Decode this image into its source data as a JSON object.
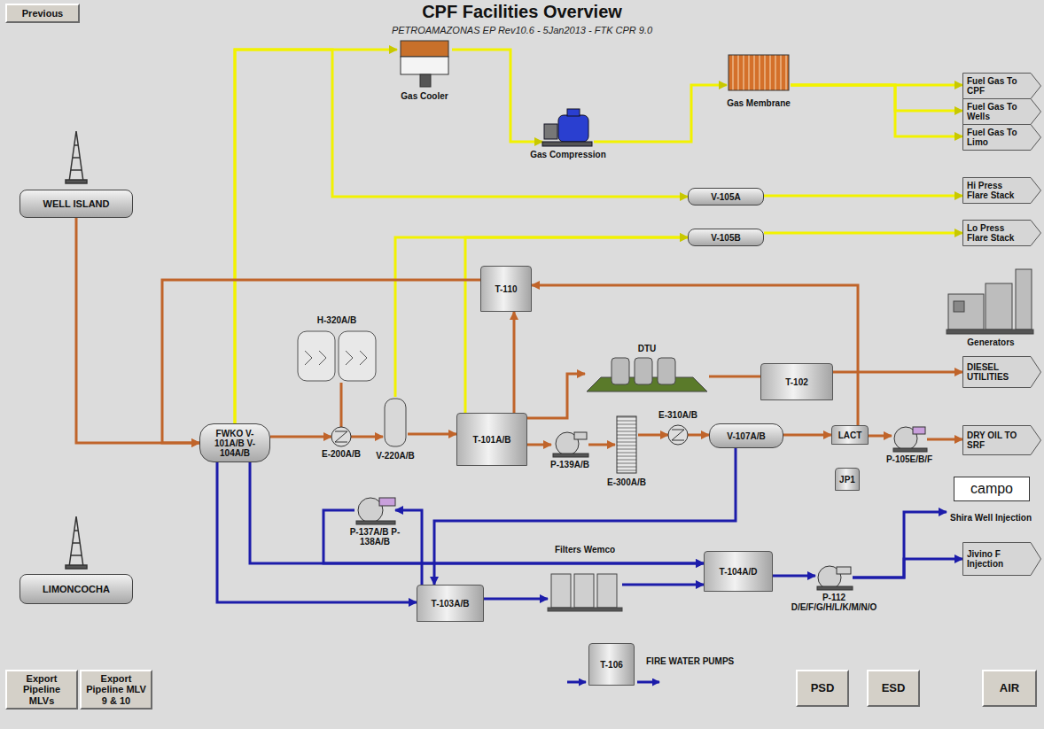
{
  "diagram": {
    "title": "CPF Facilities Overview",
    "caption": "PETROAMAZONAS EP Rev10.6 - 5Jan2013 - FTK CPR 9.0",
    "nodes": [
      {
        "text": [
          "Previous"
        ]
      },
      {
        "text": [
          "Gas Cooler"
        ]
      },
      {
        "text": [
          "Gas Compression"
        ]
      },
      {
        "text": [
          "Gas Membrane"
        ]
      },
      {
        "text": [
          "Fuel Gas To CPF"
        ]
      },
      {
        "text": [
          "Fuel Gas To Wells"
        ]
      },
      {
        "text": [
          "Fuel Gas To Limo"
        ]
      },
      {
        "text": [
          "WELL ISLAND"
        ]
      },
      {
        "text": [
          "V-105A"
        ]
      },
      {
        "text": [
          "Hi Press Flare Stack"
        ]
      },
      {
        "text": [
          "V-105B"
        ]
      },
      {
        "text": [
          "Lo Press Flare Stack"
        ]
      },
      {
        "text": [
          "T-110"
        ]
      },
      {
        "text": [
          "H-320A/B"
        ]
      },
      {
        "text": [
          "DTU"
        ]
      },
      {
        "text": [
          "T-102"
        ]
      },
      {
        "text": [
          "Generators"
        ]
      },
      {
        "text": [
          "DIESEL UTILITIES"
        ]
      },
      {
        "text": [
          "FWKO V-101A/B V-104A/B"
        ]
      },
      {
        "text": [
          "E-200A/B"
        ]
      },
      {
        "text": [
          "V-220A/B"
        ]
      },
      {
        "text": [
          "T-101A/B"
        ]
      },
      {
        "text": [
          "P-139A/B"
        ]
      },
      {
        "text": [
          "E-300A/B"
        ]
      },
      {
        "text": [
          "E-310A/B"
        ]
      },
      {
        "text": [
          "V-107A/B"
        ]
      },
      {
        "text": [
          "LACT"
        ]
      },
      {
        "text": [
          "P-105E/B/F"
        ]
      },
      {
        "text": [
          "DRY OIL TO SRF"
        ]
      },
      {
        "text": [
          "JP1"
        ]
      },
      {
        "text": [
          "LIMONCOCHA"
        ]
      },
      {
        "text": [
          "P-137A/B P-138A/B"
        ]
      },
      {
        "text": [
          "campo"
        ]
      },
      {
        "text": [
          "Shira Well Injection"
        ]
      },
      {
        "text": [
          "T-104A/D"
        ]
      },
      {
        "text": [
          "P-112 D/E/F/G/H/L/K/M/N/O"
        ]
      },
      {
        "text": [
          "Jivino F Injection"
        ]
      },
      {
        "text": [
          "T-103A/B"
        ]
      },
      {
        "text": [
          "Filters Wemco"
        ]
      },
      {
        "text": [
          "T-106",
          "FIRE WATER PUMPS"
        ]
      },
      {
        "text": [
          "Export Pipeline MLVs"
        ]
      },
      {
        "text": [
          "Export Pipeline MLV 9 & 10"
        ]
      },
      {
        "text": [
          "PSD"
        ]
      },
      {
        "text": [
          "ESD"
        ]
      },
      {
        "text": [
          "AIR"
        ]
      }
    ],
    "edges": [
      {
        "from": 7,
        "to": 18,
        "arrow": "to"
      },
      {
        "from": 18,
        "to": 1,
        "arrow": "to"
      },
      {
        "from": 1,
        "to": 2,
        "arrow": "to"
      },
      {
        "from": 2,
        "to": 3,
        "arrow": "to"
      },
      {
        "from": 3,
        "to": 4,
        "arrow": "to"
      },
      {
        "from": 3,
        "to": 5,
        "arrow": "to"
      },
      {
        "from": 3,
        "to": 6,
        "arrow": "to"
      },
      {
        "from": 18,
        "to": 8,
        "arrow": "to"
      },
      {
        "from": 8,
        "to": 9,
        "arrow": "to"
      },
      {
        "from": 20,
        "to": 10,
        "arrow": "to"
      },
      {
        "from": 21,
        "to": 10,
        "arrow": "to"
      },
      {
        "from": 10,
        "to": 11,
        "arrow": "to"
      },
      {
        "from": 18,
        "to": 19,
        "arrow": "to"
      },
      {
        "from": 19,
        "to": 20,
        "arrow": "to"
      },
      {
        "from": 13,
        "to": 19,
        "arrow": "none"
      },
      {
        "from": 20,
        "to": 21,
        "arrow": "to"
      },
      {
        "from": 21,
        "to": 12,
        "arrow": "to"
      },
      {
        "from": 12,
        "to": 18,
        "arrow": "to"
      },
      {
        "from": 21,
        "to": 22,
        "arrow": "to"
      },
      {
        "from": 22,
        "to": 23,
        "arrow": "to"
      },
      {
        "from": 23,
        "to": 24,
        "arrow": "to"
      },
      {
        "from": 24,
        "to": 25,
        "arrow": "to"
      },
      {
        "from": 25,
        "to": 26,
        "arrow": "to"
      },
      {
        "from": 26,
        "to": 27,
        "arrow": "to"
      },
      {
        "from": 27,
        "to": 28,
        "arrow": "to"
      },
      {
        "from": 26,
        "to": 12,
        "arrow": "to"
      },
      {
        "from": 15,
        "to": 17,
        "arrow": "to"
      },
      {
        "from": 14,
        "to": 15,
        "arrow": "none"
      },
      {
        "from": 21,
        "to": 14,
        "arrow": "to"
      },
      {
        "from": 18,
        "to": 37,
        "arrow": "to"
      },
      {
        "from": 18,
        "to": 34,
        "arrow": "to"
      },
      {
        "from": 25,
        "to": 37,
        "arrow": "to"
      },
      {
        "from": 37,
        "to": 31,
        "arrow": "to"
      },
      {
        "from": 31,
        "to": 34,
        "arrow": "to"
      },
      {
        "from": 37,
        "to": 38,
        "arrow": "to"
      },
      {
        "from": 38,
        "to": 34,
        "arrow": "to"
      },
      {
        "from": 34,
        "to": 35,
        "arrow": "to"
      },
      {
        "from": 35,
        "to": 33,
        "arrow": "to"
      },
      {
        "from": 35,
        "to": 36,
        "arrow": "to"
      }
    ]
  }
}
